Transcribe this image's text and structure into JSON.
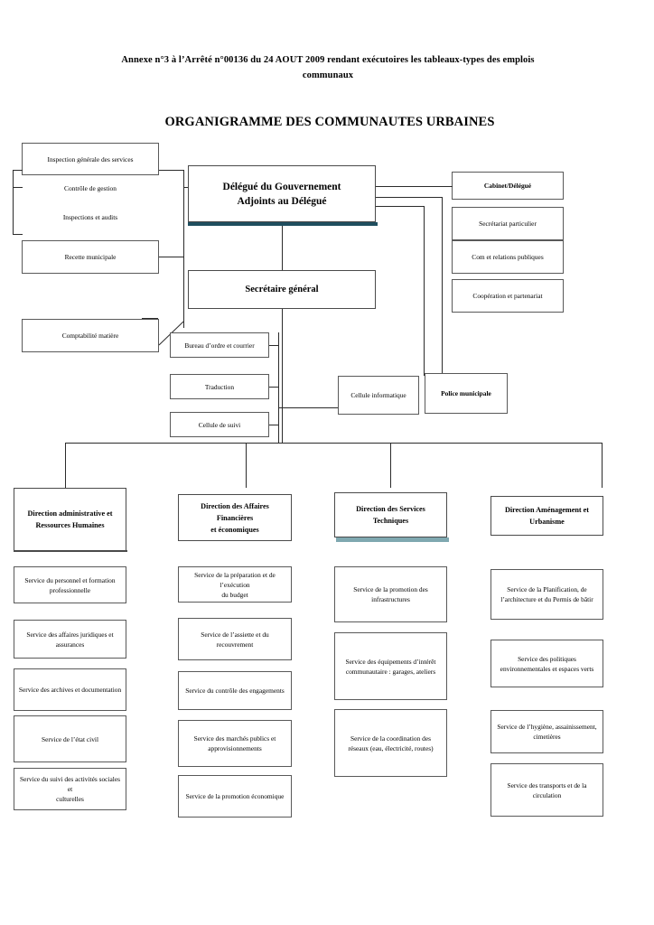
{
  "document": {
    "subtitle": "Annexe n°3 à l’Arrêté n°00136 du 24 AOUT 2009 rendant exécutoires les tableaux-types des emplois communaux",
    "title": "ORGANIGRAMME DES COMMUNAUTES URBAINES"
  },
  "colors": {
    "box_border": "#595959",
    "line": "#2b2b2b",
    "shadow_dark_teal": "#1f4e5f",
    "shadow_light_teal": "#7fa8b0",
    "background": "#ffffff"
  },
  "top_level": {
    "delegate": "Délégué du Gouvernement\nAdjoints au Délégué",
    "secretary_general": "Secrétaire général"
  },
  "left_column": {
    "items": [
      {
        "label": "Inspection générale des services",
        "boxed": true
      },
      {
        "label": "Contrôle de gestion",
        "boxed": false
      },
      {
        "label": "Inspections et audits",
        "boxed": false
      },
      {
        "label": "Recette municipale",
        "boxed": true
      },
      {
        "label": "Comptabilité matière",
        "boxed": true
      }
    ]
  },
  "right_column": {
    "items": [
      {
        "label": "Cabinet/Délégué",
        "bold": true
      },
      {
        "label": "Secrétariat particulier",
        "bold": false
      },
      {
        "label": "Com et relations publiques",
        "bold": false
      },
      {
        "label": "Coopération et partenariat",
        "bold": false
      }
    ]
  },
  "secretariat_units": {
    "items": [
      {
        "label": "Bureau d’ordre et courrier"
      },
      {
        "label": "Traduction"
      },
      {
        "label": "Cellule de suivi"
      }
    ]
  },
  "staff_units": {
    "items": [
      {
        "label": "Cellule informatique",
        "bold": false
      },
      {
        "label": "Police municipale",
        "bold": true
      }
    ]
  },
  "directions": [
    {
      "title": "Direction administrative et\nRessources Humaines",
      "services": [
        "Service du personnel et formation\nprofessionnelle",
        "Service des affaires juridiques et\nassurances",
        "Service des archives et documentation",
        "Service de l’état civil",
        "Service du suivi des activités sociales et\nculturelles"
      ]
    },
    {
      "title": "Direction des Affaires Financières\net économiques",
      "services": [
        "Service de la préparation et de l’exécution\ndu budget",
        "Service de l’assiette et du\nrecouvrement",
        "Service du contrôle des engagements",
        "Service des marchés publics et\napprovisionnements",
        "Service de la promotion économique"
      ]
    },
    {
      "title": "Direction des Services\nTechniques",
      "services": [
        "Service de la promotion des\ninfrastructures",
        "Service des équipements d’intérêt\ncommunautaire : garages, ateliers",
        "Service de la coordination des\nréseaux (eau, électricité, routes)"
      ]
    },
    {
      "title": "Direction Aménagement et\nUrbanisme",
      "services": [
        "Service de la Planification, de\nl’architecture et du Permis de bâtir",
        "Service des politiques\nenvironnementales et espaces verts",
        "Service de l’hygiène, assainissement,\ncimetières",
        "Service des transports et de la\ncirculation"
      ]
    }
  ]
}
